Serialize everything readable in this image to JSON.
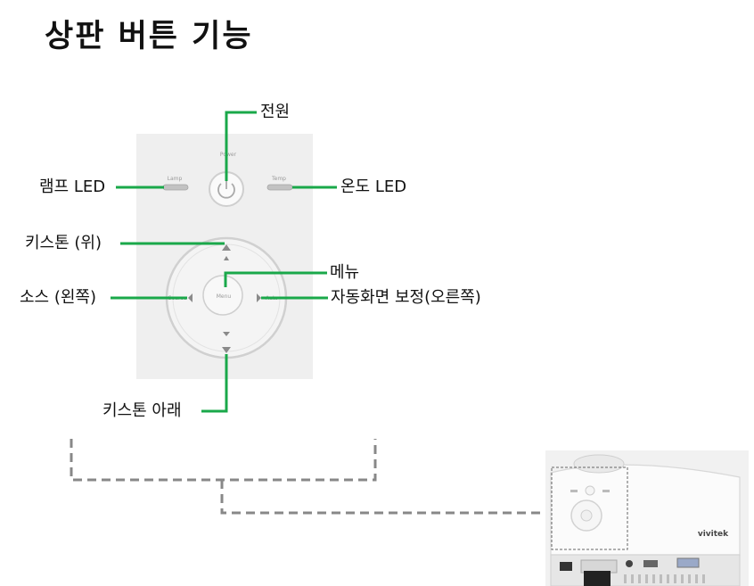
{
  "page": {
    "title": "상판 버튼 기능"
  },
  "labels": {
    "power": "전원",
    "lamp_led": "램프 LED",
    "temp_led": "온도 LED",
    "keystone_up": "키스톤 (위)",
    "menu": "메뉴",
    "source_left": "소스 (왼쪽)",
    "auto_right": "자동화면 보정(오른쪽)",
    "keystone_down": "키스톤 아래"
  },
  "panel_text": {
    "power": "Power",
    "lamp": "Lamp",
    "temp": "Temp",
    "menu": "Menu",
    "source": "Source",
    "auto": "Auto"
  },
  "projector": {
    "brand": "vivitek"
  },
  "colors": {
    "leader": "#1aa84a",
    "dashed": "#888888",
    "panel": "#efefef"
  }
}
